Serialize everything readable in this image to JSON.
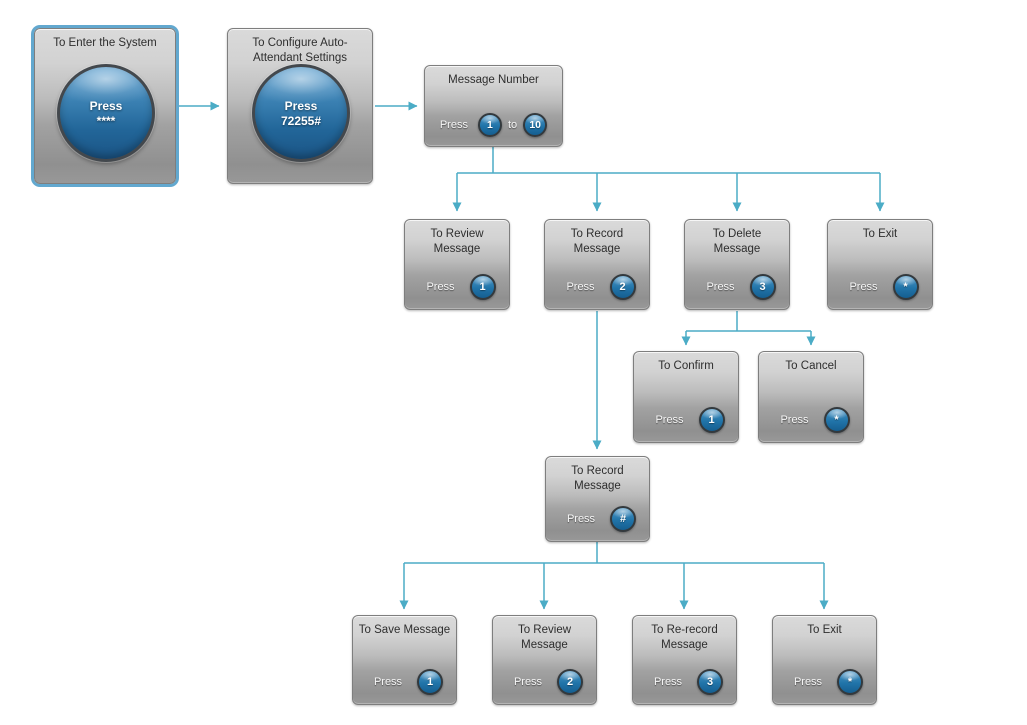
{
  "diagram": {
    "type": "ivr-call-flow",
    "background": "#ffffff",
    "connector_color": "#4bacc6",
    "selection_color": "#62a8cf",
    "button_color": "#1e6ea4"
  },
  "nodes": {
    "enter_system": {
      "title": "To Enter the System",
      "press_label": "Press",
      "press_value": "****",
      "selected": "true"
    },
    "configure": {
      "title": "To Configure Auto-Attendant Settings",
      "press_label": "Press",
      "press_value": "72255#"
    },
    "message_number": {
      "title": "Message Number",
      "press_label": "Press",
      "from_value": "1",
      "to_label": "to",
      "to_value": "10"
    },
    "review1": {
      "title": "To Review Message",
      "press_label": "Press",
      "press_value": "1"
    },
    "record1": {
      "title": "To Record Message",
      "press_label": "Press",
      "press_value": "2"
    },
    "delete1": {
      "title": "To Delete Message",
      "press_label": "Press",
      "press_value": "3"
    },
    "exit1": {
      "title": "To Exit",
      "press_label": "Press",
      "press_value": "*"
    },
    "confirm": {
      "title": "To Confirm",
      "press_label": "Press",
      "press_value": "1"
    },
    "cancel": {
      "title": "To Cancel",
      "press_label": "Press",
      "press_value": "*"
    },
    "record2": {
      "title": "To Record Message",
      "press_label": "Press",
      "press_value": "#"
    },
    "save": {
      "title": "To Save Message",
      "press_label": "Press",
      "press_value": "1"
    },
    "review2": {
      "title": "To Review Message",
      "press_label": "Press",
      "press_value": "2"
    },
    "rerecord": {
      "title": "To Re-record Message",
      "press_label": "Press",
      "press_value": "3"
    },
    "exit2": {
      "title": "To Exit",
      "press_label": "Press",
      "press_value": "*"
    }
  }
}
